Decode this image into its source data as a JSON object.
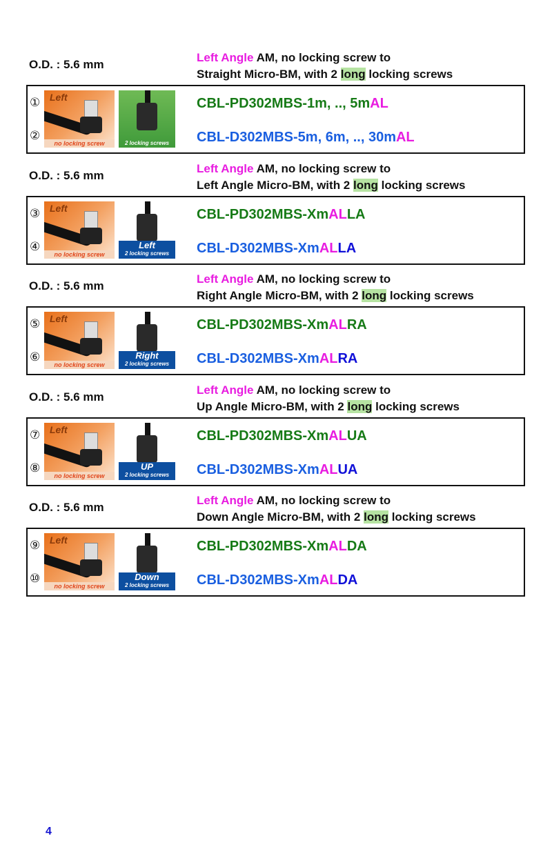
{
  "sections": [
    {
      "od": "O.D. : 5.6 mm",
      "desc_a": "Left Angle",
      "desc_b": " AM, no locking screw to",
      "desc_c": "Straight Micro-BM, with 2 ",
      "desc_long": "long",
      "desc_d": " locking screws",
      "num1": "①",
      "num2": "②",
      "img1_label": "Left",
      "img1_foot": "no locking screw",
      "img2_style": "green",
      "img2_title": "",
      "img2_sub": "2 locking screws",
      "code1_base": "CBL-PD302MBS-1m, .., 5m",
      "code1_al": "AL",
      "code1_suffix": "",
      "code2_base": "CBL-D302MBS-5m, 6m, .., 30m",
      "code2_al": "AL",
      "code2_suffix": ""
    },
    {
      "od": "O.D. : 5.6 mm",
      "desc_a": "Left Angle",
      "desc_b": " AM, no locking screw to",
      "desc_c": "Left Angle Micro-BM, with 2 ",
      "desc_long": "long",
      "desc_d": " locking screws",
      "num1": "③",
      "num2": "④",
      "img1_label": "Left",
      "img1_foot": "no locking screw",
      "img2_style": "tag",
      "img2_title": "Left",
      "img2_sub": "2 locking screws",
      "code1_base": "CBL-PD302MBS-Xm",
      "code1_al": "AL",
      "code1_suffix": "LA",
      "code2_base": "CBL-D302MBS-Xm",
      "code2_al": "AL",
      "code2_suffix": "LA"
    },
    {
      "od": "O.D. : 5.6 mm",
      "desc_a": "Left Angle",
      "desc_b": " AM, no locking screw to",
      "desc_c": "Right Angle Micro-BM, with 2 ",
      "desc_long": "long",
      "desc_d": " locking screws",
      "num1": "⑤",
      "num2": "⑥",
      "img1_label": "Left",
      "img1_foot": "no locking screw",
      "img2_style": "tag",
      "img2_title": "Right",
      "img2_sub": "2 locking screws",
      "code1_base": "CBL-PD302MBS-Xm",
      "code1_al": "AL",
      "code1_suffix": "RA",
      "code2_base": "CBL-D302MBS-Xm",
      "code2_al": "AL",
      "code2_suffix": "RA"
    },
    {
      "od": "O.D. : 5.6 mm",
      "desc_a": "Left Angle",
      "desc_b": " AM, no locking screw to",
      "desc_c": "Up Angle Micro-BM, with 2 ",
      "desc_long": "long",
      "desc_d": " locking screws",
      "num1": "⑦",
      "num2": "⑧",
      "img1_label": "Left",
      "img1_foot": "no locking screw",
      "img2_style": "tag",
      "img2_title": "UP",
      "img2_sub": "2 locking screws",
      "code1_base": "CBL-PD302MBS-Xm",
      "code1_al": "AL",
      "code1_suffix": "UA",
      "code2_base": "CBL-D302MBS-Xm",
      "code2_al": "AL",
      "code2_suffix": "UA"
    },
    {
      "od": "O.D. : 5.6 mm",
      "desc_a": "Left Angle",
      "desc_b": " AM, no locking screw to",
      "desc_c": "Down Angle Micro-BM, with 2 ",
      "desc_long": "long",
      "desc_d": " locking screws",
      "num1": "⑨",
      "num2": "⑩",
      "img1_label": "Left",
      "img1_foot": "no locking screw",
      "img2_style": "tag",
      "img2_title": "Down",
      "img2_sub": "2 locking screws",
      "code1_base": "CBL-PD302MBS-Xm",
      "code1_al": "AL",
      "code1_suffix": "DA",
      "code2_base": "CBL-D302MBS-Xm",
      "code2_al": "AL",
      "code2_suffix": "DA"
    }
  ],
  "page_number": "4"
}
